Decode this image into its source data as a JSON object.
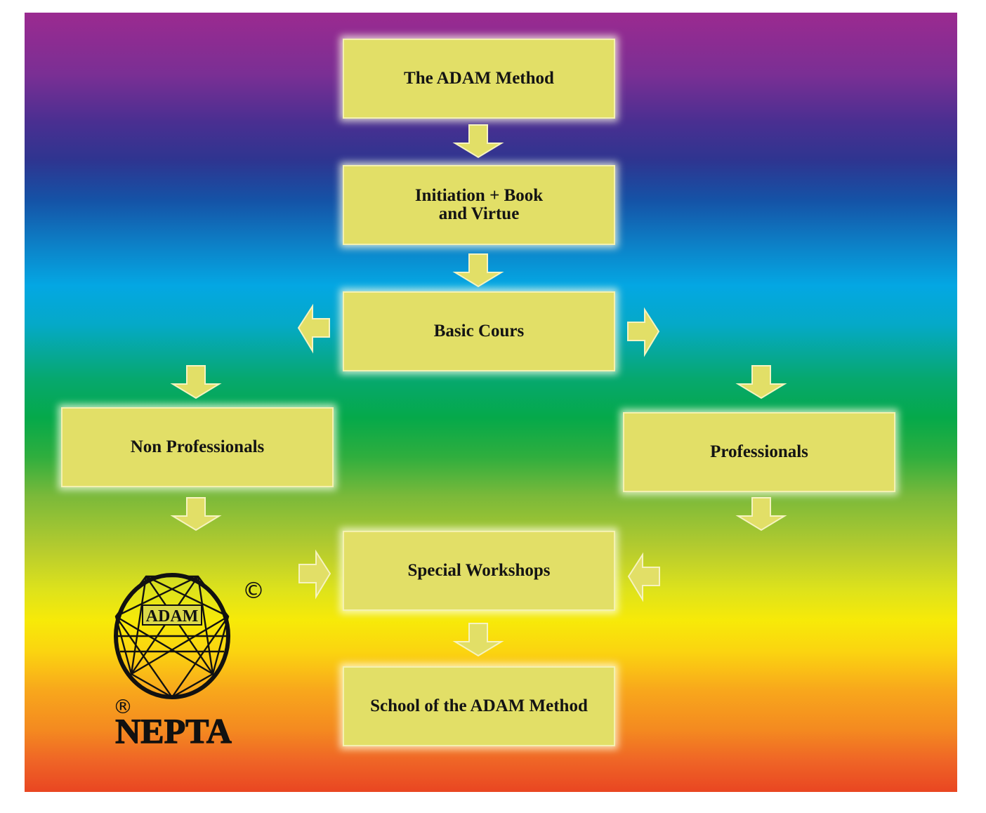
{
  "nodes": {
    "adam_method": "The ADAM Method",
    "initiation": "Initiation + Book\nand Virtue",
    "basic_course": "Basic Cours",
    "non_professionals": "Non Professionals",
    "professionals": "Professionals",
    "special_workshops": "Special Workshops",
    "school": "School of the ADAM Method"
  },
  "logo": {
    "emblem_text": "ADAM",
    "brand_text": "NEPTA",
    "copyright_mark": "©",
    "registered_mark": "®"
  },
  "colors": {
    "box_fill": "#e2df67",
    "arrow_fill": "#e2df67",
    "gradient_top": "#9b2a90",
    "gradient_bottom": "#e94622"
  }
}
